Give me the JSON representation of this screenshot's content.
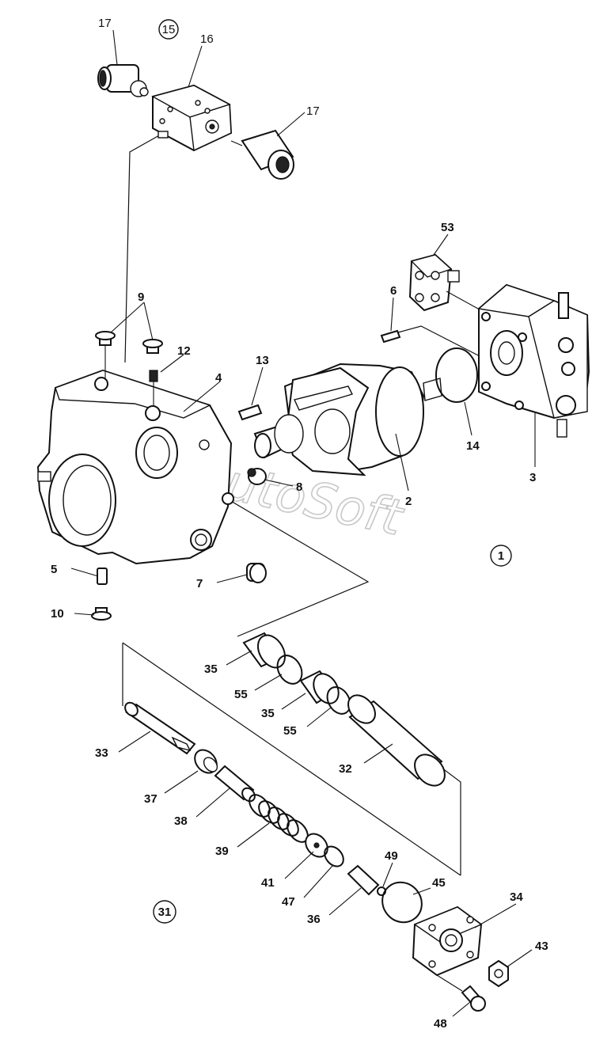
{
  "watermark": "AutoSoft",
  "group_labels": {
    "g1": "1",
    "g15": "15",
    "g31": "31"
  },
  "callouts": {
    "c17a": "17",
    "c16": "16",
    "c17b": "17",
    "c53": "53",
    "c6": "6",
    "c9": "9",
    "c12": "12",
    "c13": "13",
    "c4": "4",
    "c14": "14",
    "c3": "3",
    "c8": "8",
    "c2": "2",
    "c5": "5",
    "c7": "7",
    "c10": "10",
    "c35a": "35",
    "c55a": "55",
    "c35b": "35",
    "c55b": "55",
    "c33": "33",
    "c32": "32",
    "c37": "37",
    "c38": "38",
    "c39": "39",
    "c49": "49",
    "c41": "41",
    "c45": "45",
    "c47": "47",
    "c34": "34",
    "c36": "36",
    "c43": "43",
    "c48": "48"
  }
}
